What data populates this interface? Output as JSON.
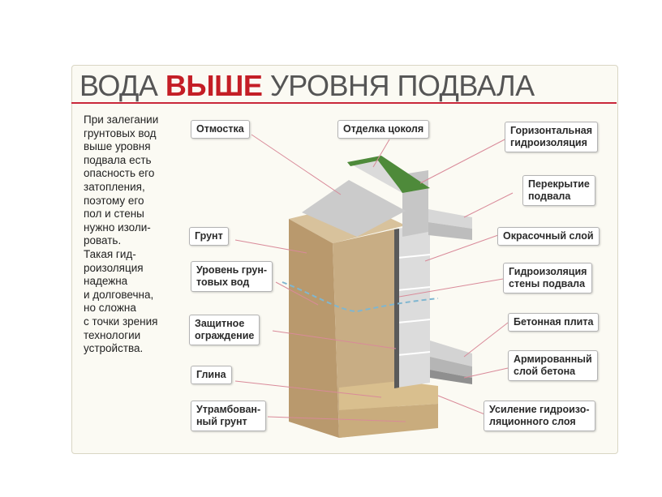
{
  "header": {
    "title_part1": "ВОДА ",
    "title_part2": "ВЫШЕ",
    "title_part3": " УРОВНЯ ПОДВАЛА"
  },
  "description": "При залегании\nгрунтовых вод\nвыше уровня\nподвала есть\nопасность его\nзатопления,\nпоэтому его\nпол и стены\nнужно изоли-\nровать.\nТакая гид-\nроизоляция\nнадежна\nи долговечна,\nно сложна\nс точки зрения\nтехнологии\nустройства.",
  "labels": {
    "otmostka": "Отмостка",
    "otdelka": "Отделка цоколя",
    "horizontal_hydro": "Горизонтальная\nгидроизоляция",
    "perekrytie": "Перекрытие\nподвала",
    "grunt": "Грунт",
    "okrasochny": "Окрасочный слой",
    "uroven": "Уровень грун-\nтовых вод",
    "hydro_walls": "Гидроизоляция\nстены подвала",
    "zaschitnoe": "Защитное\nограждение",
    "betonnaya": "Бетонная плита",
    "armirovanny": "Армированный\nслой бетона",
    "glina": "Глина",
    "utrambovanny": "Утрамбован-\nный грунт",
    "usilenie": "Усиление гидроизо-\nляционного слоя"
  },
  "colors": {
    "title_red": "#c41e26",
    "title_gray": "#555555",
    "soil": "#c1a47c",
    "concrete": "#cfcfcf",
    "green_finish": "#4e8a3a",
    "leader_line": "#d98a99",
    "water_line": "#7fb6d0"
  }
}
